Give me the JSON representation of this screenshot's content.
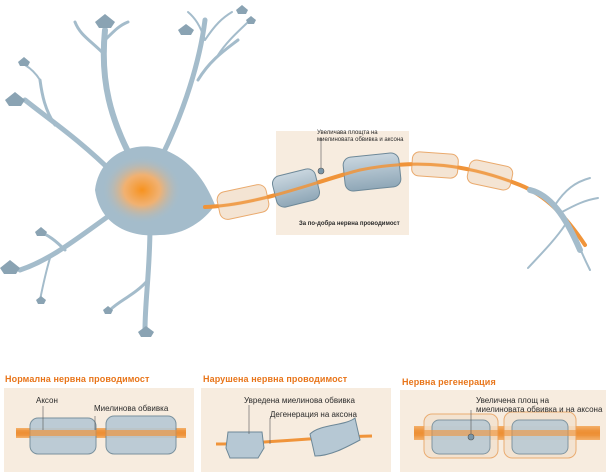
{
  "callout": {
    "line1": "Увеличава площта на",
    "line2": "миелиновата обвивка и аксона",
    "caption": "За по-добра нервна проводимост"
  },
  "panels": [
    {
      "title": "Нормална нервна проводимост",
      "labels": [
        "Аксон",
        "Миелинова обвивка"
      ]
    },
    {
      "title": "Нарушена нервна проводимост",
      "labels": [
        "Увредена миелинова обвивка",
        "Дегенерация на аксона"
      ]
    },
    {
      "title": "Нервна регенерация",
      "labels": [
        "Увеличена площ на",
        "миелиновата обвивка и  на аксона"
      ]
    }
  ],
  "colors": {
    "neuron": "#a4bccb",
    "neuron_dark": "#8aa3b3",
    "nucleus": "#f7921e",
    "axon": "#f0943a",
    "myelin_fill": "#f3e2cf",
    "myelin_stroke": "#e8a15e",
    "panel_bg": "#f7ecdf",
    "title": "#e8751a"
  }
}
